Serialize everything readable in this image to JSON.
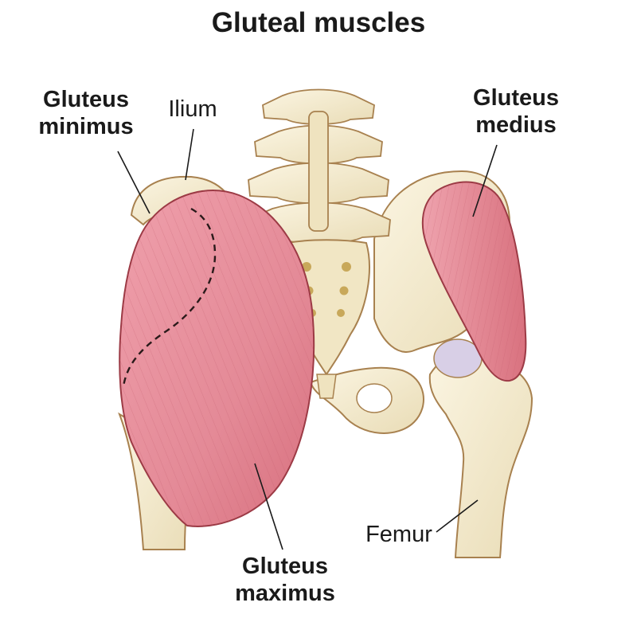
{
  "title": "Gluteal muscles",
  "labels": {
    "gluteus_minimus": [
      "Gluteus",
      "minimus"
    ],
    "ilium": "Ilium",
    "gluteus_medius": [
      "Gluteus",
      "medius"
    ],
    "femur": "Femur",
    "gluteus_maximus": [
      "Gluteus",
      "maximus"
    ]
  },
  "colors": {
    "bone": "#f3ead0",
    "bone_outline": "#a8814f",
    "muscle": "#e48e9a",
    "muscle_dark": "#c96274",
    "muscle_outline": "#9c3a45",
    "text": "#1a1a1a"
  }
}
